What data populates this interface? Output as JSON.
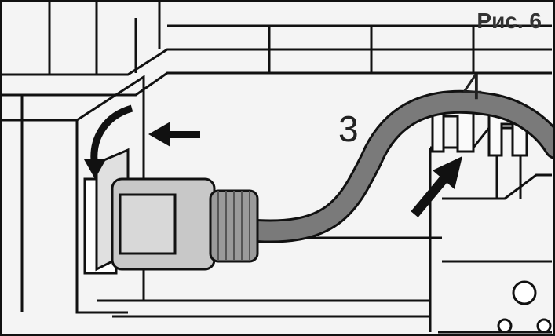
{
  "figure": {
    "title": "Рис. 6",
    "callouts": [
      {
        "label": "3",
        "target": "hose"
      },
      {
        "label": "4",
        "target": "hose-clip"
      }
    ],
    "icons": [
      "connector-icon",
      "hose-icon",
      "clip-icon",
      "arrow-icon",
      "rotate-arrow-icon"
    ],
    "colors": {
      "line": "#111111",
      "fill_light": "#f4f4f4",
      "connector": "#c8c8c8",
      "hose": "#7a7a7a"
    }
  }
}
